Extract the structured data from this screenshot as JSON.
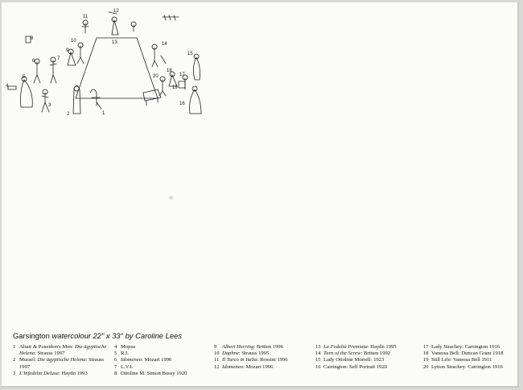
{
  "title": {
    "name": "Garsington",
    "medium": "watercolour",
    "size": "22\" x 33\"",
    "by": "by Caroline Lees"
  },
  "key": [
    {
      "n": "1",
      "pre": "Altair & Poseidon's Men: ",
      "it": "Die ägyptische Helena",
      "post": ": Strauss 1997"
    },
    {
      "n": "2",
      "pre": "Mussel: ",
      "it": "Die ägyptische Helena",
      "post": ": Strauss 1997"
    },
    {
      "n": "3",
      "pre": "",
      "it": "L'Infedelta Delusa",
      "post": ": Haydn 1993"
    },
    {
      "n": "4",
      "pre": "Mopsa",
      "it": "",
      "post": ""
    },
    {
      "n": "5",
      "pre": "R.I.",
      "it": "",
      "post": ""
    },
    {
      "n": "6",
      "pre": "",
      "it": "Idomeneo",
      "post": ": Mozart 1996"
    },
    {
      "n": "7",
      "pre": "L.V.I.",
      "it": "",
      "post": ""
    },
    {
      "n": "8",
      "pre": "Ottoline M: Simon Bussy 1920",
      "it": "",
      "post": ""
    },
    {
      "n": "9",
      "pre": "",
      "it": "Albert Herring",
      "post": ": Britten 1996"
    },
    {
      "n": "10",
      "pre": "",
      "it": "Daphne",
      "post": ": Strauss 1995"
    },
    {
      "n": "11",
      "pre": "",
      "it": "Il Turco in Italia",
      "post": ": Rossini 1996"
    },
    {
      "n": "12",
      "pre": "",
      "it": "Idomeneo",
      "post": ": Mozart 1996"
    },
    {
      "n": "13",
      "pre": "",
      "it": "La Fedeltà Premiata",
      "post": ": Haydn 1995"
    },
    {
      "n": "14",
      "pre": "",
      "it": "Turn of the Screw",
      "post": ": Britten 1992"
    },
    {
      "n": "15",
      "pre": "Lady Ottoline Morrell: 1923",
      "it": "",
      "post": ""
    },
    {
      "n": "16",
      "pre": "Carrington: Self Portrait 1920",
      "it": "",
      "post": ""
    },
    {
      "n": "17",
      "pre": "Lady Strachey: Carrington 1916",
      "it": "",
      "post": ""
    },
    {
      "n": "18",
      "pre": "Vanessa Bell: Duncan Grant 1918",
      "it": "",
      "post": ""
    },
    {
      "n": "19",
      "pre": "Still Life: Vanessa Bell 1911",
      "it": "",
      "post": ""
    },
    {
      "n": "20",
      "pre": "Lytton Strachey: Carrington 1916",
      "it": "",
      "post": ""
    }
  ],
  "sketch_numbers": [
    "11",
    "12",
    "13",
    "8",
    "10",
    "9",
    "14",
    "15",
    "6",
    "7",
    "5",
    "4",
    "20",
    "18",
    "17",
    "19",
    "3",
    "2",
    "1",
    "16"
  ]
}
